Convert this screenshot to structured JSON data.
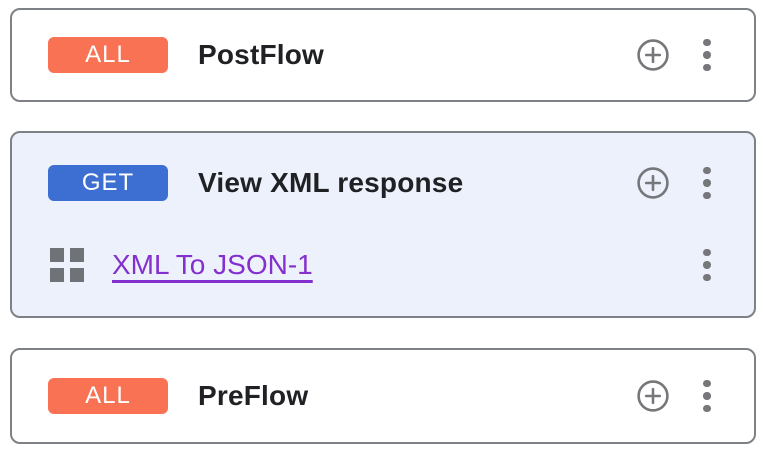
{
  "colors": {
    "badge_all_bg": "#f97254",
    "badge_get_bg": "#3c6fd1",
    "link_purple": "#8430ce",
    "card_border": "#7e8185",
    "highlight_card_bg": "#edf1fb",
    "title_text": "#202124",
    "icon_gray": "#75777a"
  },
  "icons": {
    "add": "plus-circle-icon",
    "menu": "kebab-menu-icon",
    "step_handle": "grid-handle-icon"
  },
  "cards": [
    {
      "name": "postflow",
      "badge": {
        "label": "ALL",
        "bg": "#f97254"
      },
      "title": "PostFlow",
      "highlighted": false
    },
    {
      "name": "view-xml-response",
      "badge": {
        "label": "GET",
        "bg": "#3c6fd1"
      },
      "title": "View XML response",
      "highlighted": true,
      "steps": [
        {
          "label": "XML To JSON-1",
          "color": "#8430ce"
        }
      ]
    },
    {
      "name": "preflow",
      "badge": {
        "label": "ALL",
        "bg": "#f97254"
      },
      "title": "PreFlow",
      "highlighted": false
    }
  ]
}
